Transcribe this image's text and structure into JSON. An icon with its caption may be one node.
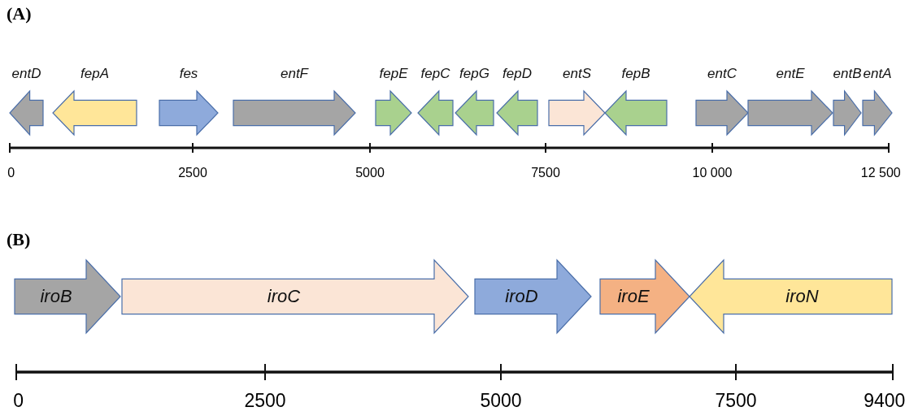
{
  "diagram": {
    "nodes": [
      {
        "text": [
          "entD"
        ]
      },
      {
        "text": [
          "fepA"
        ]
      },
      {
        "text": [
          "fes"
        ]
      },
      {
        "text": [
          "entF"
        ]
      },
      {
        "text": [
          "fepE"
        ]
      },
      {
        "text": [
          "fepC"
        ]
      },
      {
        "text": [
          "fepG"
        ]
      },
      {
        "text": [
          "fepD"
        ]
      },
      {
        "text": [
          "entS"
        ]
      },
      {
        "text": [
          "fepB"
        ]
      },
      {
        "text": [
          "entC"
        ]
      },
      {
        "text": [
          "entE"
        ]
      },
      {
        "text": [
          "entB"
        ]
      },
      {
        "text": [
          "entA"
        ]
      },
      {
        "text": [
          "iroB"
        ]
      },
      {
        "text": [
          "iroC"
        ]
      },
      {
        "text": [
          "iroD"
        ]
      },
      {
        "text": [
          "iroE"
        ]
      },
      {
        "text": [
          "iroN"
        ]
      }
    ],
    "edges": [],
    "labels": [
      "(A)",
      "0",
      "2500",
      "5000",
      "7500",
      "10 000",
      "12 500",
      "(B)",
      "0",
      "2500",
      "5000",
      "7500",
      "9400"
    ]
  }
}
